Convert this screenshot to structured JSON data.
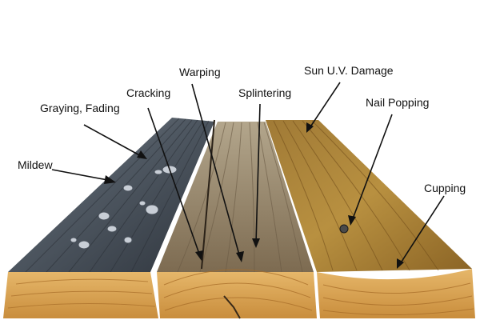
{
  "diagram": {
    "labels": {
      "mildew": "Mildew",
      "graying_fading": "Graying, Fading",
      "cracking": "Cracking",
      "warping": "Warping",
      "splintering": "Splintering",
      "sun_uv_damage": "Sun U.V. Damage",
      "nail_popping": "Nail Popping",
      "cupping": "Cupping"
    }
  },
  "colors": {
    "background": "#ffffff",
    "label_text": "#111111",
    "callout_line": "#111111",
    "board_gray": "#5b6470",
    "board_weathered": "#8a7a62",
    "board_new": "#a8823c",
    "end_grain": "#d9a656"
  }
}
